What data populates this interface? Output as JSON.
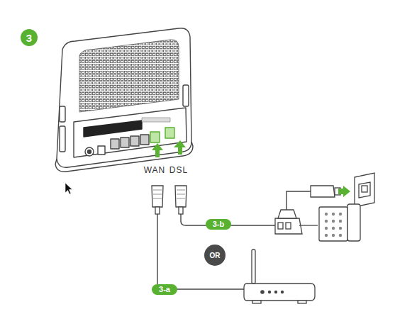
{
  "diagram": {
    "nodes": [
      {
        "text": [
          "3"
        ]
      },
      {
        "text": [
          "3-b"
        ]
      },
      {
        "text": [
          "OR"
        ]
      },
      {
        "text": [
          "3-a"
        ]
      }
    ],
    "labels": [
      "WAN",
      "DSL"
    ]
  }
}
